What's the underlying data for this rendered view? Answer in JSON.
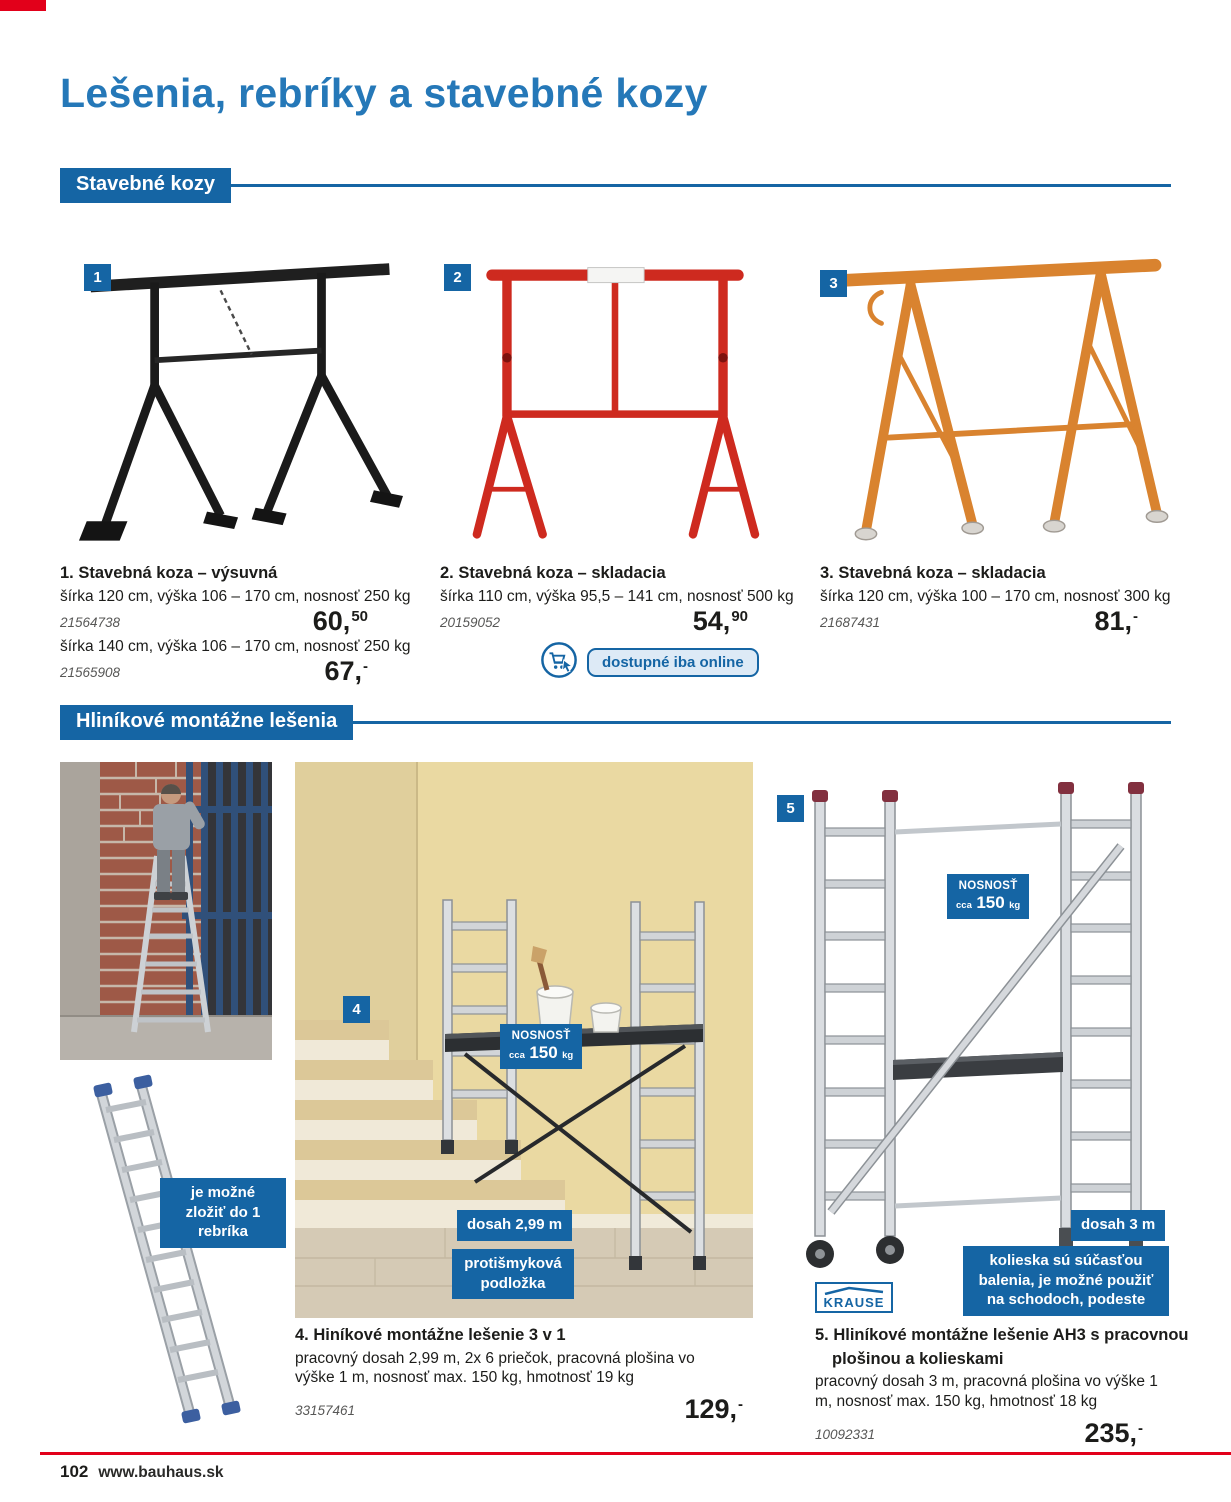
{
  "page": {
    "title": "Lešenia, rebríky a stavebné kozy",
    "footer_page": "102",
    "footer_site": "www.bauhaus.sk"
  },
  "sections": {
    "kozy": {
      "title": "Stavebné kozy"
    },
    "lesenia": {
      "title": "Hliníkové montážne lešenia"
    }
  },
  "colors": {
    "blue": "#1565a4",
    "title_blue": "#2578b8",
    "red": "#e2001a",
    "light_blue": "#ddeaf6",
    "text": "#1c1c1a",
    "code_gray": "#575756"
  },
  "icons": {
    "online_only": "cart-with-cursor-in-circle"
  },
  "products": {
    "p1": {
      "num": "1",
      "name": "1. Stavebná koza – výsuvná",
      "spec1": "šírka 120 cm, výška 106 – 170 cm, nosnosť 250 kg",
      "code1": "21564738",
      "price1_main": "60,",
      "price1_sup": "50",
      "spec2": "šírka 140 cm, výška 106 – 170 cm, nosnosť 250 kg",
      "code2": "21565908",
      "price2_main": "67,",
      "price2_sup": "-"
    },
    "p2": {
      "num": "2",
      "name": "2. Stavebná koza – skladacia",
      "spec": "šírka 110 cm, výška 95,5 – 141 cm, nosnosť 500 kg",
      "code": "20159052",
      "price_main": "54,",
      "price_sup": "90",
      "online_badge": "dostupné iba online"
    },
    "p3": {
      "num": "3",
      "name": "3. Stavebná koza – skladacia",
      "spec": "šírka 120 cm, výška 100 – 170 cm, nosnosť 300 kg",
      "code": "21687431",
      "price_main": "81,",
      "price_sup": "-"
    },
    "p4": {
      "num": "4",
      "name": "4. Hiníkové montážne lešenie 3 v 1",
      "spec": "pracovný dosah 2,99 m, 2x 6 priečok, pracovná plošina vo výške 1 m, nosnosť max. 150 kg, hmotnosť 19 kg",
      "code": "33157461",
      "price_main": "129,",
      "price_sup": "-",
      "badge_nosnost": {
        "title": "NOSNOSŤ",
        "cca": "cca",
        "value": "150",
        "unit": "kg"
      },
      "badge_dosah": "dosah 2,99 m",
      "badge_podlozka": "protišmyková podložka"
    },
    "p5": {
      "num": "5",
      "name_line1": "5. Hliníkové montážne lešenie AH3 s pracovnou",
      "name_line2": "plošinou a kolieskami",
      "spec": "pracovný dosah 3 m, pracovná plošina vo výške 1 m, nosnosť max. 150 kg, hmotnosť 18 kg",
      "code": "10092331",
      "price_main": "235,",
      "price_sup": "-",
      "badge_nosnost": {
        "title": "NOSNOSŤ",
        "cca": "cca",
        "value": "150",
        "unit": "kg"
      },
      "badge_dosah": "dosah 3 m",
      "badge_kolieska": "kolieska sú súčasťou balenia, je možné použiť na schodoch, podeste",
      "brand": "KRAUSE"
    },
    "ladder_badge": "je možné zložiť do 1 rebríka"
  }
}
